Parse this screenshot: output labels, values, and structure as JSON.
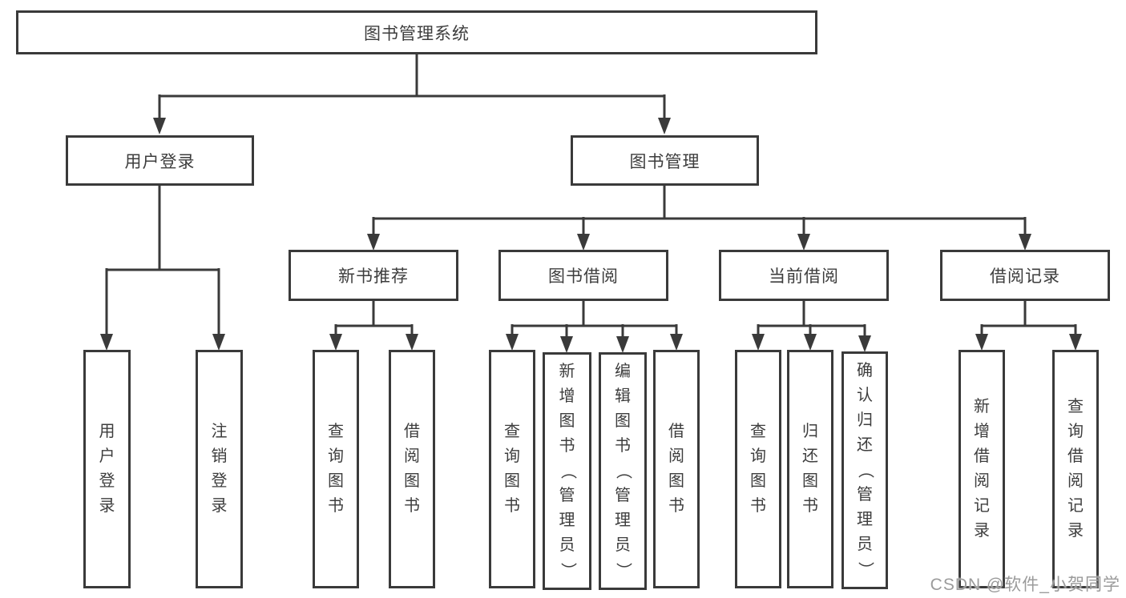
{
  "tree": {
    "root": "图书管理系统",
    "branches": [
      {
        "label": "用户登录",
        "children": [
          "用户登录",
          "注销登录"
        ]
      },
      {
        "label": "图书管理",
        "children": [
          {
            "label": "新书推荐",
            "children": [
              "查询图书",
              "借阅图书"
            ]
          },
          {
            "label": "图书借阅",
            "children": [
              "查询图书",
              "新增图书（管理员）",
              "编辑图书（管理员）",
              "借阅图书"
            ]
          },
          {
            "label": "当前借阅",
            "children": [
              "查询图书",
              "归还图书",
              "确认归还（管理员）"
            ]
          },
          {
            "label": "借阅记录",
            "children": [
              "新增借阅记录",
              "查询借阅记录"
            ]
          }
        ]
      }
    ]
  },
  "watermark": "CSDN @软件_小贺同学",
  "colors": {
    "line": "#3a3a3a",
    "text": "#3d3d3d",
    "watermark": "#9b9b9b",
    "background": "#ffffff"
  }
}
